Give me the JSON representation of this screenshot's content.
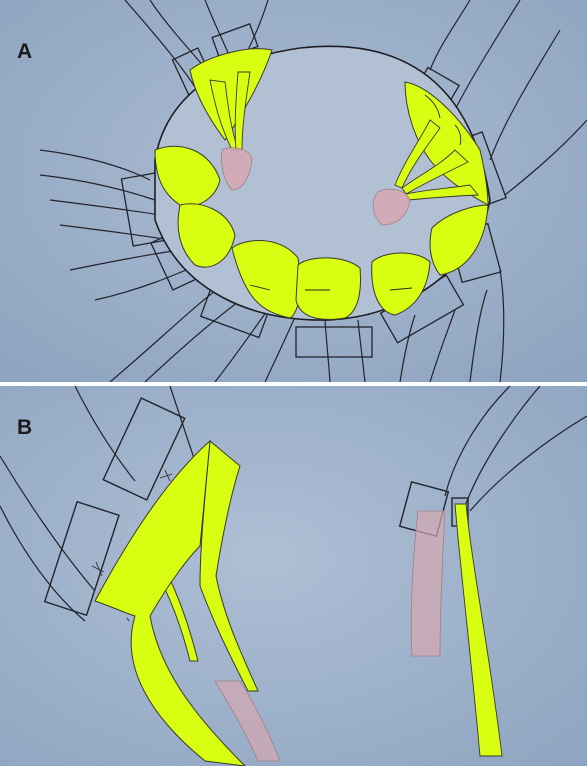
{
  "figure": {
    "panels": [
      {
        "id": "A",
        "label": "A"
      },
      {
        "id": "B",
        "label": "B"
      }
    ],
    "colors": {
      "paper": "#95aac4",
      "paper_light": "#a9bad0",
      "highlighter_yellow": "#d8ff12",
      "pink_pencil": "#d6a7b1",
      "ink": "#1e1e26"
    }
  }
}
